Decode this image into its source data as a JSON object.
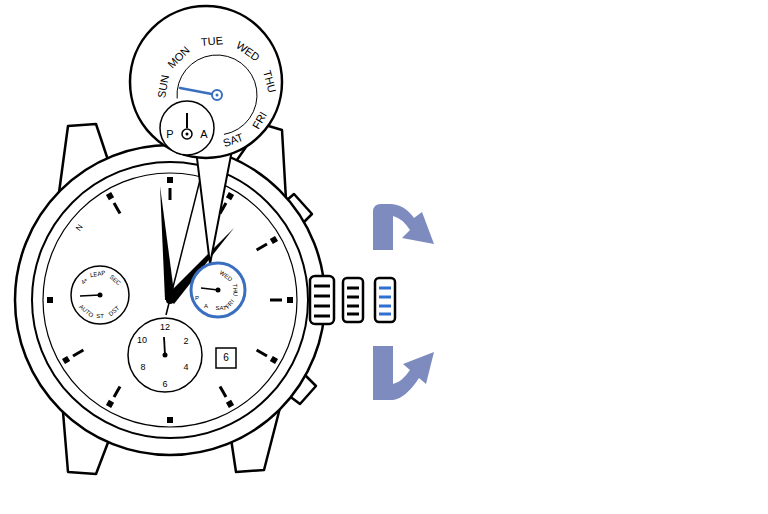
{
  "diagram": {
    "nodes": [
      {
        "text": [
          "SUN",
          "MON",
          "TUE",
          "WED",
          "THU",
          "FRI",
          "SAT"
        ]
      },
      {
        "text": [
          "P",
          "A"
        ],
        "in": 0
      },
      {
        "text": [
          "4+",
          "LEAP",
          "SEC",
          "AUTO",
          "ST",
          "DST"
        ]
      },
      {
        "text": [
          "WED",
          "THU",
          "FRI",
          "SAT",
          "P",
          "A"
        ]
      },
      {
        "text": [
          "10",
          "12",
          "2",
          "4",
          "8",
          "6"
        ]
      },
      {
        "text": [
          "6"
        ]
      }
    ],
    "labels": [
      "N"
    ]
  }
}
